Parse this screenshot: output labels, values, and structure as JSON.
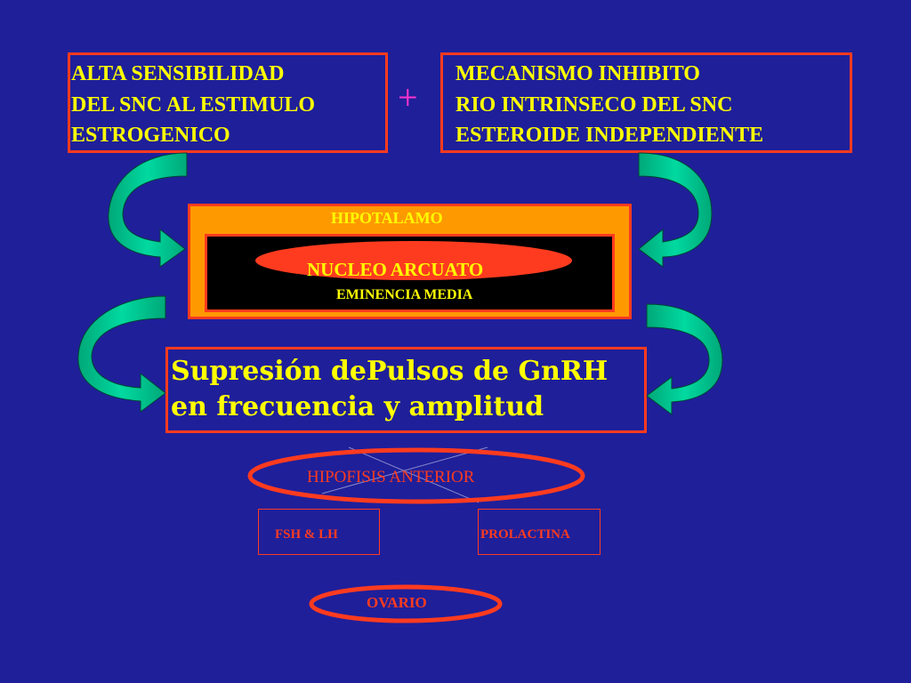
{
  "top_left": {
    "line1": "ALTA SENSIBILIDAD",
    "line2": "DEL SNC AL ESTIMULO",
    "line3": "ESTROGENICO"
  },
  "plus": "+",
  "top_right": {
    "line1": "MECANISMO INHIBITO",
    "line2": "RIO INTRINSECO DEL SNC",
    "line3": "ESTEROIDE INDEPENDIENTE"
  },
  "hypothalamus": {
    "title": "HIPOTALAMO",
    "nucleus": "NUCLEO ARCUATO",
    "eminence": "EMINENCIA MEDIA"
  },
  "suppression": {
    "line1": "Supresión dePulsos de GnRH",
    "line2": "en frecuencia y amplitud"
  },
  "pituitary": {
    "label": "HIPOFISIS ANTERIOR"
  },
  "hormones": {
    "fsh_lh": "FSH & LH",
    "prolactin": "PROLACTINA"
  },
  "ovary": {
    "label": "OVARIO"
  },
  "colors": {
    "background": "#1f1f9a",
    "border_red": "#ff3b1f",
    "text_yellow": "#ffff00",
    "hypothalamus_orange": "#ff9900",
    "arrow_teal": "#00c896",
    "plus_magenta": "#ff33cc"
  }
}
